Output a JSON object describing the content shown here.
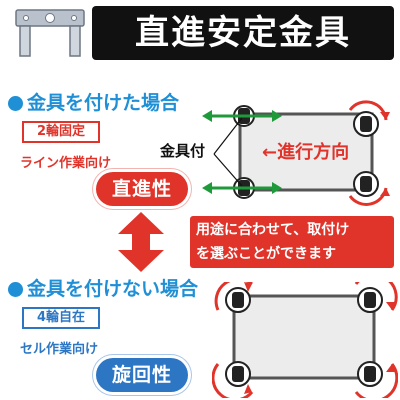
{
  "header": {
    "title": "直進安定金具"
  },
  "section_with_bracket": {
    "title": "金具を付けた場合",
    "mode_label": "2輪固定",
    "usage_label": "ライン作業向け",
    "property_label": "直進性",
    "bracket_label": "金具付",
    "direction_label": "←進行方向"
  },
  "middle_note": {
    "line1": "用途に合わせて、取付け",
    "line2": "を選ぶことができます"
  },
  "section_without_bracket": {
    "title": "金具を付けない場合",
    "mode_label": "4輪自在",
    "usage_label": "セル作業向け",
    "property_label": "旋回性"
  },
  "colors": {
    "accent_red": "#e0342b",
    "accent_blue": "#2c76c4",
    "heading_blue": "#1f8fd6",
    "arrow_green": "#1e9a3a",
    "header_black": "#111111"
  },
  "icons": [
    "bracket-photo-icon",
    "green-arrow-icon",
    "red-rotation-arrow-icon",
    "double-arrow-icon",
    "caster-wheel-icon"
  ]
}
